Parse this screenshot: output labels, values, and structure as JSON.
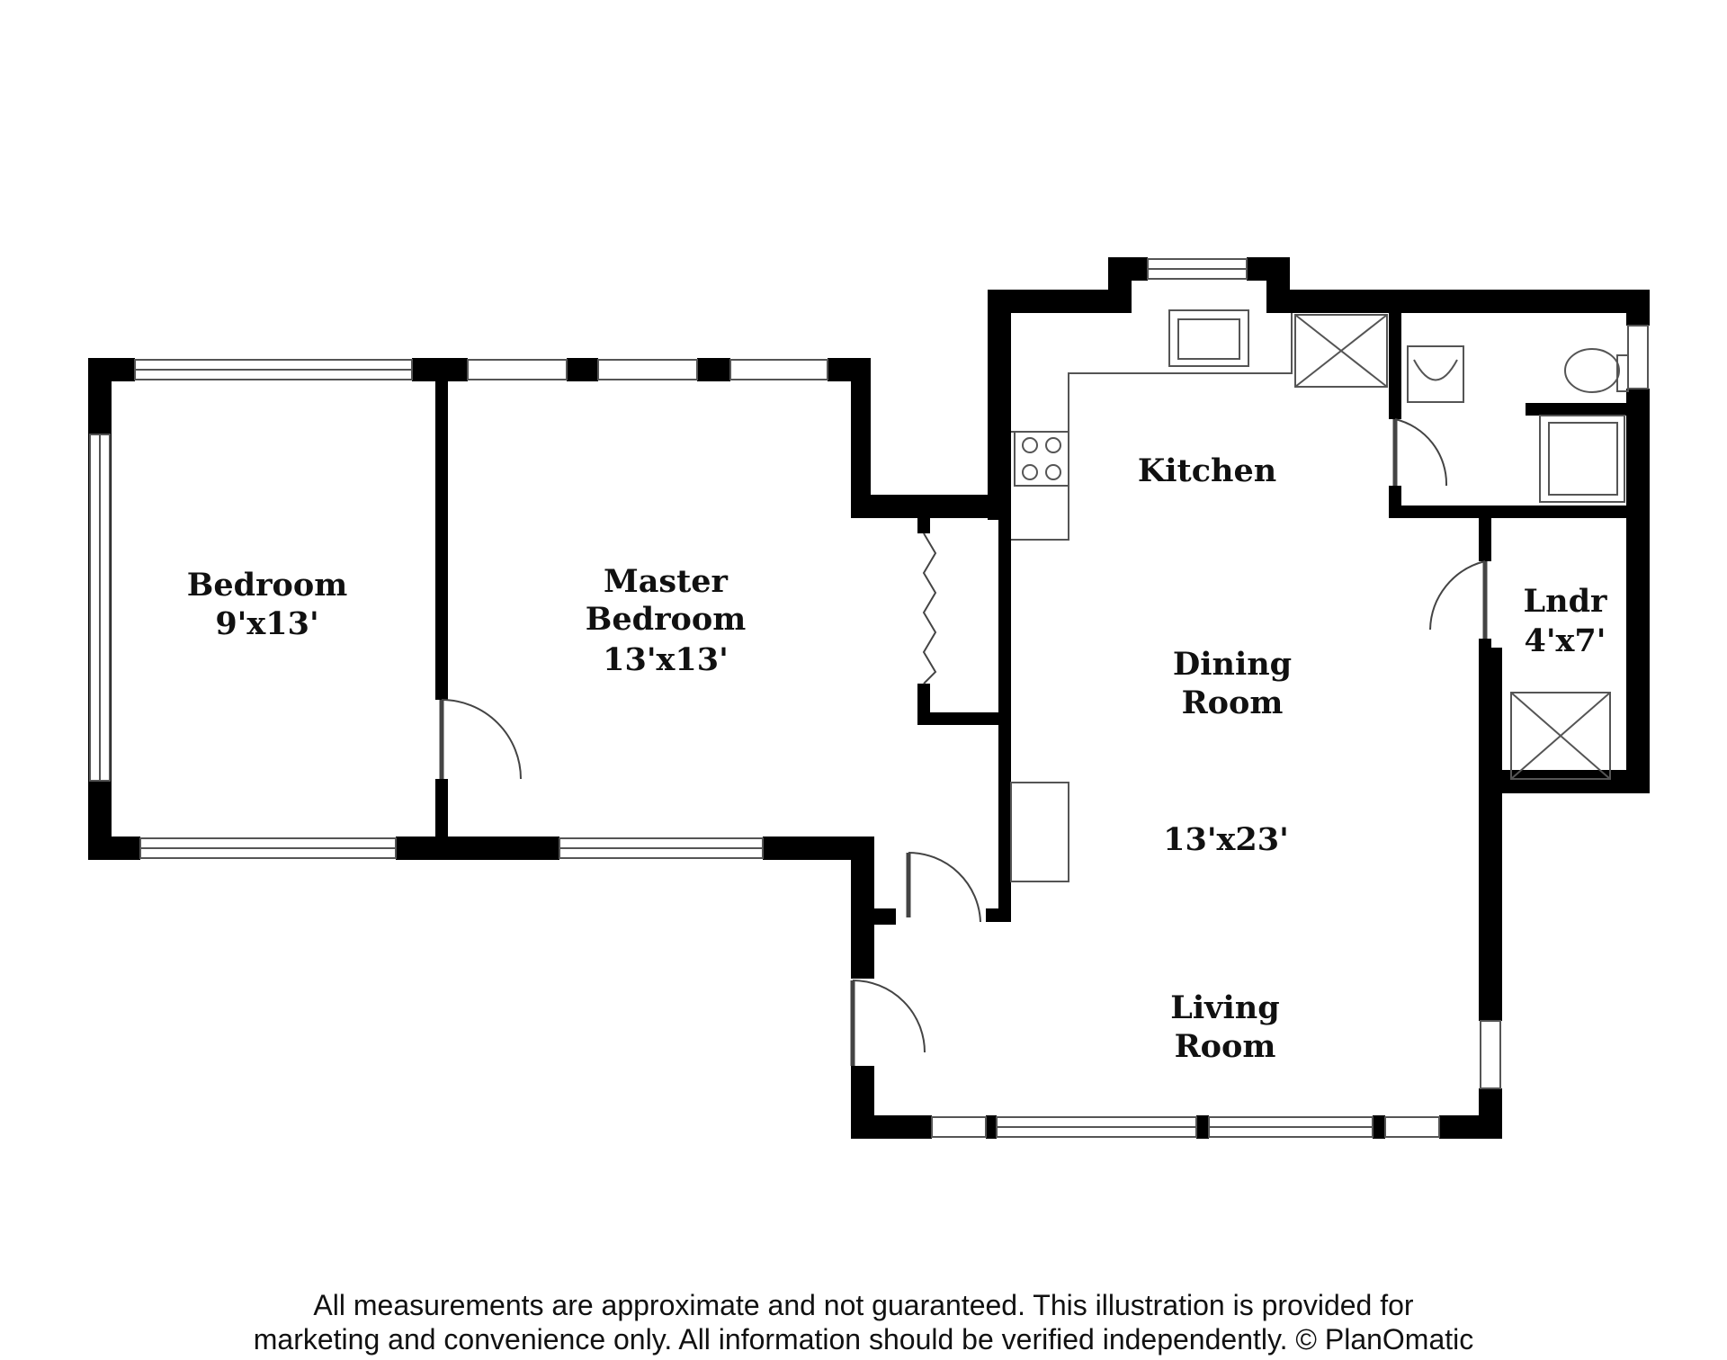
{
  "rooms": {
    "bedroom": {
      "name": "Bedroom",
      "size": "9'x13'"
    },
    "master_bedroom": {
      "name_line1": "Master",
      "name_line2": "Bedroom",
      "size": "13'x13'"
    },
    "kitchen": {
      "name": "Kitchen"
    },
    "dining_room": {
      "name_line1": "Dining",
      "name_line2": "Room"
    },
    "open_area_size": "13'x23'",
    "living_room": {
      "name_line1": "Living",
      "name_line2": "Room"
    },
    "laundry": {
      "name": "Lndr",
      "size": "4'x7'"
    }
  },
  "disclaimer": {
    "line1": "All measurements are approximate and not guaranteed. This illustration is provided for",
    "line2": "marketing and convenience only. All information should be verified independently. © PlanOmatic"
  },
  "colors": {
    "wall": "#000000",
    "fixture_stroke": "#555555",
    "background": "#ffffff"
  }
}
